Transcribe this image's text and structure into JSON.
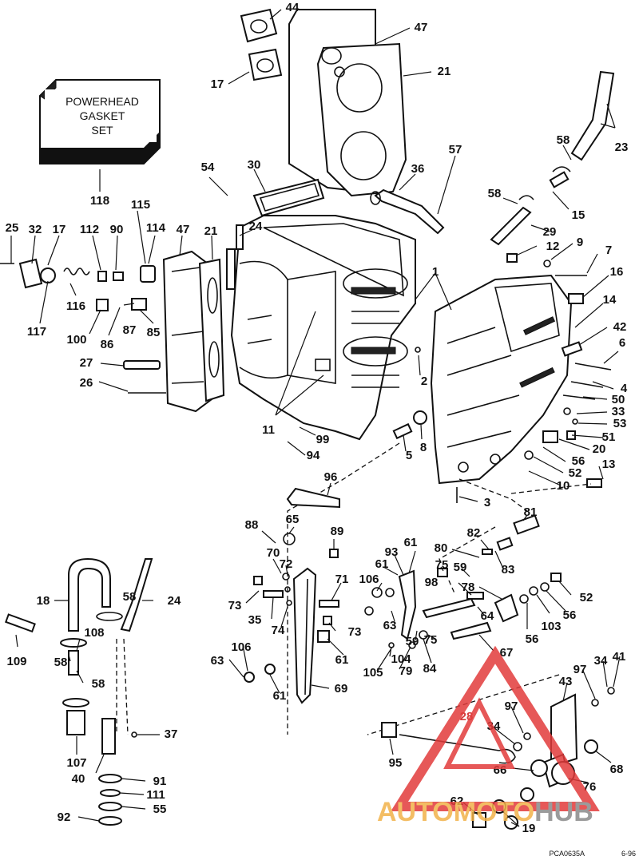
{
  "gasket_set_label": [
    "POWERHEAD",
    "GASKET",
    "SET"
  ],
  "figure_code": "PCA0635A",
  "figure_date": "6-96",
  "watermark": {
    "auto": "AUTO",
    "moto": "MOTO",
    "hub": "HUB",
    "color_red": "#e23b3b",
    "color_orange": "#f2b24a",
    "color_gray": "#8a8a8a"
  },
  "callouts": [
    {
      "id": "44",
      "label": "44"
    },
    {
      "id": "47a",
      "label": "47"
    },
    {
      "id": "21a",
      "label": "21"
    },
    {
      "id": "17a",
      "label": "17"
    },
    {
      "id": "118",
      "label": "118"
    },
    {
      "id": "23",
      "label": "23"
    },
    {
      "id": "58a",
      "label": "58"
    },
    {
      "id": "57",
      "label": "57"
    },
    {
      "id": "36",
      "label": "36"
    },
    {
      "id": "54",
      "label": "54"
    },
    {
      "id": "30",
      "label": "30"
    },
    {
      "id": "58b",
      "label": "58"
    },
    {
      "id": "15",
      "label": "15"
    },
    {
      "id": "115",
      "label": "115"
    },
    {
      "id": "25",
      "label": "25"
    },
    {
      "id": "32",
      "label": "32"
    },
    {
      "id": "17b",
      "label": "17"
    },
    {
      "id": "112",
      "label": "112"
    },
    {
      "id": "90",
      "label": "90"
    },
    {
      "id": "114",
      "label": "114"
    },
    {
      "id": "47b",
      "label": "47"
    },
    {
      "id": "21b",
      "label": "21"
    },
    {
      "id": "24a",
      "label": "24"
    },
    {
      "id": "29",
      "label": "29"
    },
    {
      "id": "12",
      "label": "12"
    },
    {
      "id": "9",
      "label": "9"
    },
    {
      "id": "7",
      "label": "7"
    },
    {
      "id": "1",
      "label": "1"
    },
    {
      "id": "16",
      "label": "16"
    },
    {
      "id": "116",
      "label": "116"
    },
    {
      "id": "117",
      "label": "117"
    },
    {
      "id": "100",
      "label": "100"
    },
    {
      "id": "87",
      "label": "87"
    },
    {
      "id": "85",
      "label": "85"
    },
    {
      "id": "86",
      "label": "86"
    },
    {
      "id": "14",
      "label": "14"
    },
    {
      "id": "42",
      "label": "42"
    },
    {
      "id": "6",
      "label": "6"
    },
    {
      "id": "27",
      "label": "27"
    },
    {
      "id": "2",
      "label": "2"
    },
    {
      "id": "4",
      "label": "4"
    },
    {
      "id": "26",
      "label": "26"
    },
    {
      "id": "50",
      "label": "50"
    },
    {
      "id": "33",
      "label": "33"
    },
    {
      "id": "53",
      "label": "53"
    },
    {
      "id": "11",
      "label": "11"
    },
    {
      "id": "8",
      "label": "8"
    },
    {
      "id": "51",
      "label": "51"
    },
    {
      "id": "99",
      "label": "99"
    },
    {
      "id": "20",
      "label": "20"
    },
    {
      "id": "94",
      "label": "94"
    },
    {
      "id": "5",
      "label": "5"
    },
    {
      "id": "56a",
      "label": "56"
    },
    {
      "id": "13",
      "label": "13"
    },
    {
      "id": "52a",
      "label": "52"
    },
    {
      "id": "10",
      "label": "10"
    },
    {
      "id": "96",
      "label": "96"
    },
    {
      "id": "3",
      "label": "3"
    },
    {
      "id": "81",
      "label": "81"
    },
    {
      "id": "88",
      "label": "88"
    },
    {
      "id": "65",
      "label": "65"
    },
    {
      "id": "89",
      "label": "89"
    },
    {
      "id": "82",
      "label": "82"
    },
    {
      "id": "70",
      "label": "70"
    },
    {
      "id": "61a",
      "label": "61"
    },
    {
      "id": "80",
      "label": "80"
    },
    {
      "id": "93",
      "label": "93"
    },
    {
      "id": "83",
      "label": "83"
    },
    {
      "id": "72",
      "label": "72"
    },
    {
      "id": "61b",
      "label": "61"
    },
    {
      "id": "75a",
      "label": "75"
    },
    {
      "id": "59a",
      "label": "59"
    },
    {
      "id": "71",
      "label": "71"
    },
    {
      "id": "106a",
      "label": "106"
    },
    {
      "id": "98",
      "label": "98"
    },
    {
      "id": "78",
      "label": "78"
    },
    {
      "id": "18",
      "label": "18"
    },
    {
      "id": "58c",
      "label": "58"
    },
    {
      "id": "24b",
      "label": "24"
    },
    {
      "id": "73a",
      "label": "73"
    },
    {
      "id": "52b",
      "label": "52"
    },
    {
      "id": "35",
      "label": "35"
    },
    {
      "id": "63a",
      "label": "63"
    },
    {
      "id": "64",
      "label": "64"
    },
    {
      "id": "56b",
      "label": "56"
    },
    {
      "id": "74",
      "label": "74"
    },
    {
      "id": "73b",
      "label": "73"
    },
    {
      "id": "103",
      "label": "103"
    },
    {
      "id": "108",
      "label": "108"
    },
    {
      "id": "59b",
      "label": "59"
    },
    {
      "id": "75b",
      "label": "75"
    },
    {
      "id": "56c",
      "label": "56"
    },
    {
      "id": "109",
      "label": "109"
    },
    {
      "id": "58d",
      "label": "58"
    },
    {
      "id": "106b",
      "label": "106"
    },
    {
      "id": "104",
      "label": "104"
    },
    {
      "id": "67",
      "label": "67"
    },
    {
      "id": "63b",
      "label": "63"
    },
    {
      "id": "61c",
      "label": "61"
    },
    {
      "id": "79",
      "label": "79"
    },
    {
      "id": "84",
      "label": "84"
    },
    {
      "id": "97a",
      "label": "97"
    },
    {
      "id": "34a",
      "label": "34"
    },
    {
      "id": "41",
      "label": "41"
    },
    {
      "id": "105",
      "label": "105"
    },
    {
      "id": "43",
      "label": "43"
    },
    {
      "id": "58e",
      "label": "58"
    },
    {
      "id": "61d",
      "label": "61"
    },
    {
      "id": "69",
      "label": "69"
    },
    {
      "id": "28",
      "label": "28"
    },
    {
      "id": "97b",
      "label": "97"
    },
    {
      "id": "37",
      "label": "37"
    },
    {
      "id": "34b",
      "label": "34"
    },
    {
      "id": "107",
      "label": "107"
    },
    {
      "id": "95",
      "label": "95"
    },
    {
      "id": "40",
      "label": "40"
    },
    {
      "id": "66",
      "label": "66"
    },
    {
      "id": "68",
      "label": "68"
    },
    {
      "id": "91",
      "label": "91"
    },
    {
      "id": "76",
      "label": "76"
    },
    {
      "id": "111",
      "label": "111"
    },
    {
      "id": "62",
      "label": "62"
    },
    {
      "id": "55",
      "label": "55"
    },
    {
      "id": "92",
      "label": "92"
    },
    {
      "id": "19",
      "label": "19"
    }
  ]
}
